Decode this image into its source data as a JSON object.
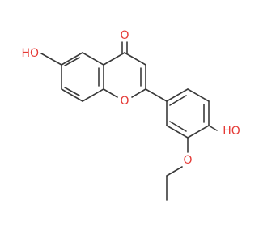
{
  "molecule": {
    "atom_labels": {
      "carbonyl_o": "O",
      "ring_o": "O",
      "hydroxyl_6": "HO",
      "hydroxyl_4p": "HO",
      "ether_o": "O"
    },
    "colors": {
      "bond": "#3a3a3a",
      "heteroatom": "#e53935",
      "background": "#ffffff"
    }
  }
}
